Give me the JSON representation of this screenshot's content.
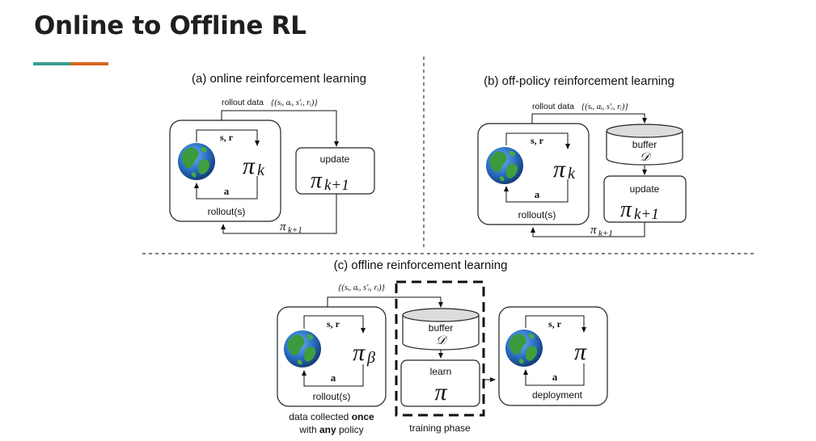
{
  "title": "Online to Offline RL",
  "colors": {
    "accent_teal": "#3a9c8f",
    "accent_orange": "#d9651e",
    "earth_ocean": "#2a6fc4",
    "earth_land": "#3b9a3b"
  },
  "panel_a": {
    "caption": "(a) online reinforcement learning",
    "rollout_data": "rollout data",
    "tuple": "{(sᵢ, aᵢ, s′ᵢ, rᵢ)}",
    "sr": "s, r",
    "action": "a",
    "policy": "π",
    "policy_sub": "k",
    "rollout": "rollout(s)",
    "update": "update",
    "update_policy": "π",
    "update_sub": "k+1",
    "return_policy": "π",
    "return_sub": "k+1"
  },
  "panel_b": {
    "caption": "(b) off-policy reinforcement learning",
    "rollout_data": "rollout data",
    "tuple": "{(sᵢ, aᵢ, s′ᵢ, rᵢ)}",
    "sr": "s, r",
    "action": "a",
    "policy": "π",
    "policy_sub": "k",
    "rollout": "rollout(s)",
    "buffer": "buffer",
    "buffer_symbol": "𝒟",
    "update": "update",
    "update_policy": "π",
    "update_sub": "k+1",
    "return_policy": "π",
    "return_sub": "k+1"
  },
  "panel_c": {
    "caption": "(c) offline reinforcement learning",
    "tuple": "{(sᵢ, aᵢ, s′ᵢ, rᵢ)}",
    "sr": "s, r",
    "action": "a",
    "policy": "π",
    "policy_sub": "β",
    "rollout": "rollout(s)",
    "buffer": "buffer",
    "buffer_symbol": "𝒟",
    "learn": "learn",
    "learn_policy": "π",
    "deploy_sr": "s, r",
    "deploy_action": "a",
    "deploy_policy": "π",
    "deployment": "deployment",
    "note_line1_pre": "data collected ",
    "note_line1_bold": "once",
    "note_line2_pre": "with ",
    "note_line2_bold": "any",
    "note_line2_post": " policy",
    "training_phase": "training phase"
  }
}
